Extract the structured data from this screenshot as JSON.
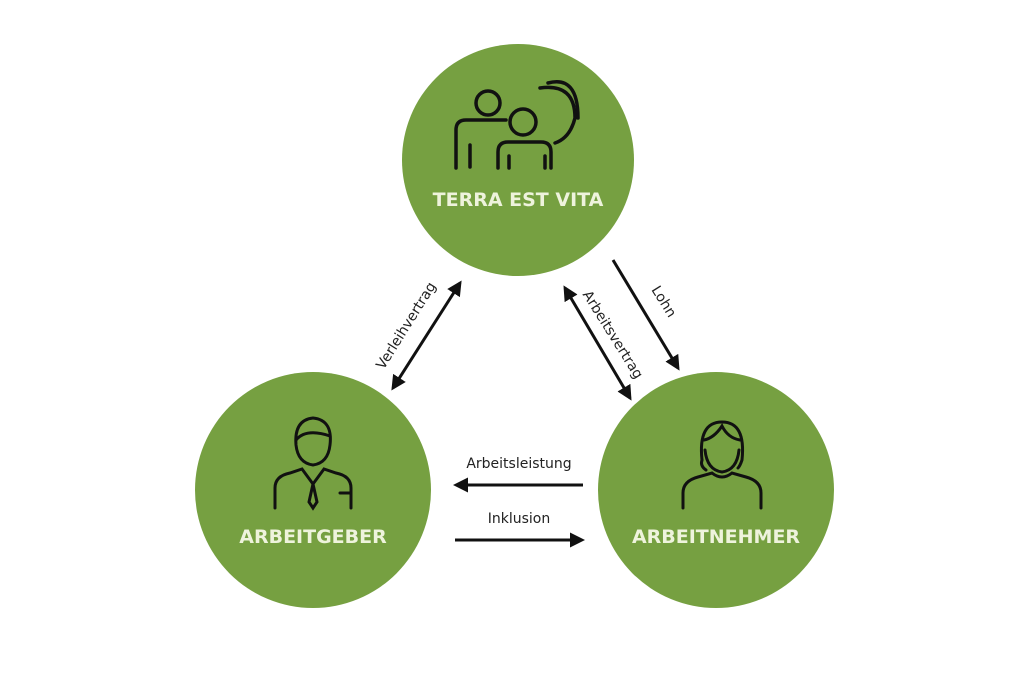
{
  "colors": {
    "node_fill": "#76a041",
    "node_text": "#eef3dc",
    "icon_stroke": "#111111",
    "arrow": "#111111"
  },
  "nodes": {
    "terra": {
      "label": "TERRA EST VITA",
      "icon": "people-communication-icon"
    },
    "arbeitgeber": {
      "label": "ARBEITGEBER",
      "icon": "businessman-icon"
    },
    "arbeitnehmer": {
      "label": "ARBEITNEHMER",
      "icon": "woman-icon"
    }
  },
  "edges": {
    "verleihvertrag": "Verleihvertrag",
    "arbeitsvertrag": "Arbeitsvertrag",
    "lohn": "Lohn",
    "arbeitsleistung": "Arbeitsleistung",
    "inklusion": "Inklusion"
  }
}
